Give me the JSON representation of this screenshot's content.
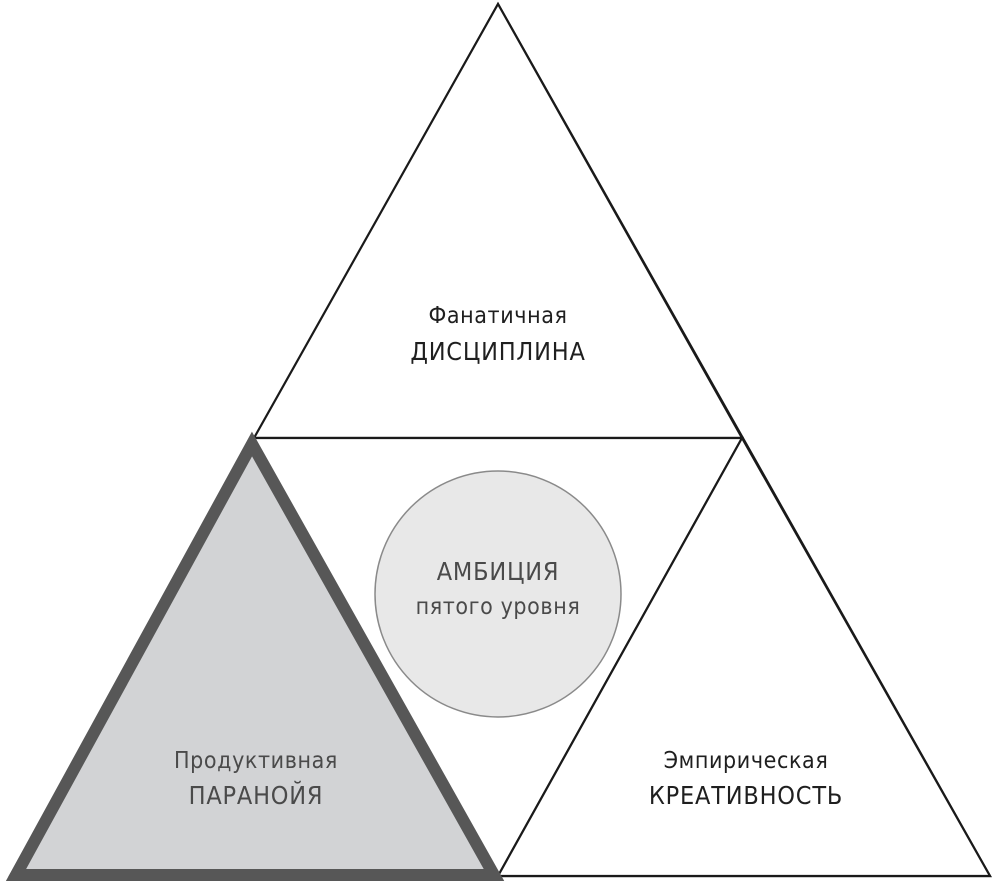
{
  "diagram": {
    "discipline": {
      "line1": "Фанатичная",
      "line2": "ДИСЦИПЛИНА"
    },
    "paranoia": {
      "line1": "Продуктивная",
      "line2": "ПАРАНОЙЯ"
    },
    "creativity": {
      "line1": "Эмпирическая",
      "line2": "КРЕАТИВНОСТЬ"
    },
    "ambition": {
      "line1": "АМБИЦИЯ",
      "line2": "пятого уровня"
    }
  },
  "colors": {
    "outline": "#1a1a1a",
    "highlight_fill": "#d2d3d5",
    "highlight_stroke": "#575757",
    "circle_fill": "#e8e8e8",
    "circle_stroke": "#8a8a8a",
    "background": "#ffffff"
  }
}
